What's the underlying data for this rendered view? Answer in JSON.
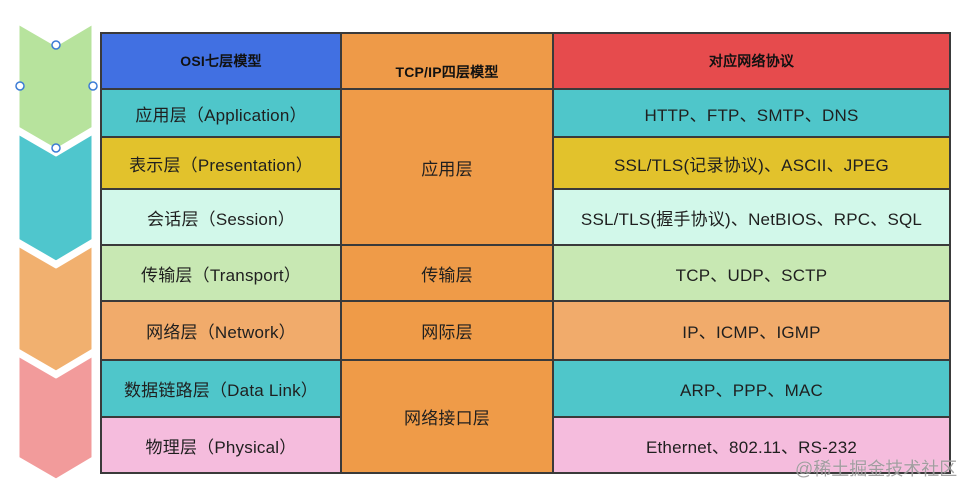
{
  "header": {
    "osi_title": "OSI七层模型",
    "tcpip_title": "TCP/IP四层模型",
    "protocol_title": "对应网络协议"
  },
  "osi_layers": [
    {
      "label": "应用层（Application）"
    },
    {
      "label": "表示层（Presentation）"
    },
    {
      "label": "会话层（Session）"
    },
    {
      "label": "传输层（Transport）"
    },
    {
      "label": "网络层（Network）"
    },
    {
      "label": "数据链路层（Data Link）"
    },
    {
      "label": "物理层（Physical）"
    }
  ],
  "tcpip_layers": [
    {
      "label": "应用层"
    },
    {
      "label": "传输层"
    },
    {
      "label": "网际层"
    },
    {
      "label": "网络接口层"
    }
  ],
  "protocols": [
    {
      "label": "HTTP、FTP、SMTP、DNS"
    },
    {
      "label": "SSL/TLS(记录协议)、ASCII、JPEG"
    },
    {
      "label": "SSL/TLS(握手协议)、NetBIOS、RPC、SQL"
    },
    {
      "label": "TCP、UDP、SCTP"
    },
    {
      "label": "IP、ICMP、IGMP"
    },
    {
      "label": "ARP、PPP、MAC"
    },
    {
      "label": "Ethernet、802.11、RS-232"
    }
  ],
  "colors": {
    "header_osi": "#4170e2",
    "header_tcpip": "#ee9a48",
    "header_protocol": "#e64b4d",
    "application": "#4fc6ca",
    "presentation": "#e2c22c",
    "session": "#d2f8ea",
    "transport": "#c8e8b3",
    "network": "#f1ab6b",
    "data_link": "#4fc6ca",
    "physical": "#f5bcdd",
    "tcpip_column": "#ef9b48",
    "chevron_green": "#b7e39d",
    "chevron_teal": "#4fc6cd",
    "chevron_orange": "#f1b06f",
    "chevron_pink": "#f29b9b",
    "selection_handle": "#3b7bd5"
  },
  "watermark": "@稀土掘金技术社区"
}
